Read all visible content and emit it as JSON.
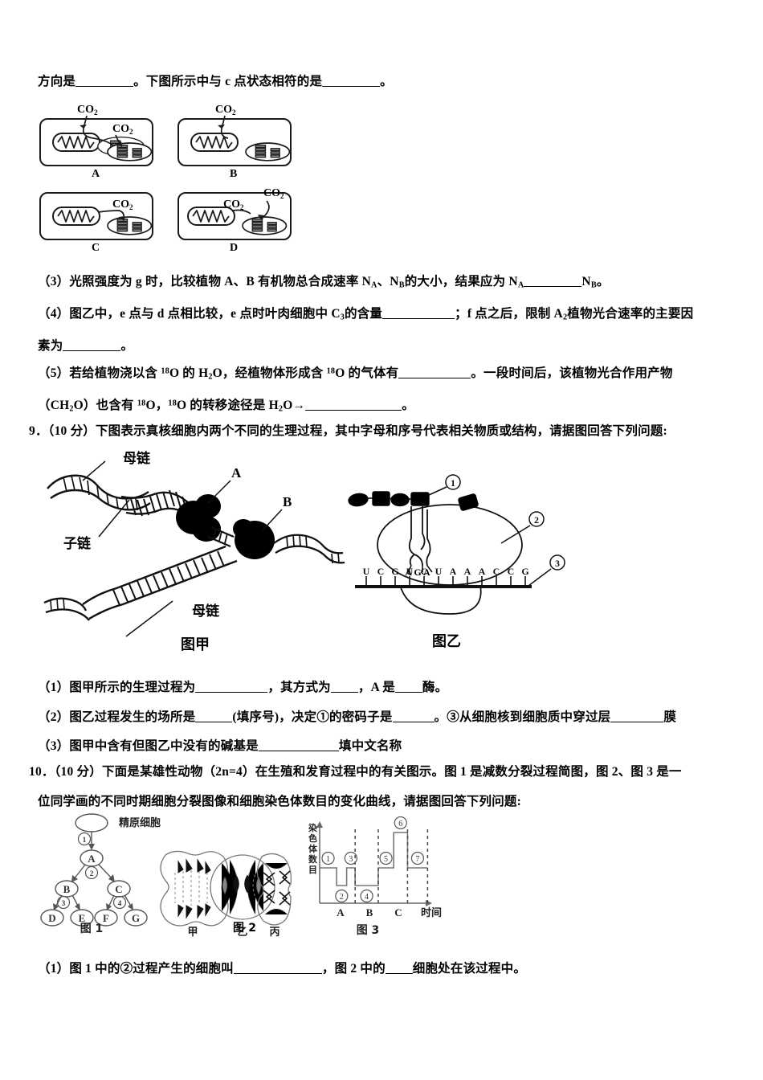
{
  "document": {
    "type": "exam-paper",
    "language": "zh-CN",
    "subject": "biology"
  },
  "q8_tail": {
    "line1_a": "方向是",
    "line1_b": "。下图所示中与 c 点状态相符的是",
    "line1_c": "。",
    "figure": {
      "name": "co2-exchange-cell-diagrams",
      "panels": [
        {
          "label": "A",
          "outer_co2": "CO₂",
          "inner_co2": "CO₂"
        },
        {
          "label": "B",
          "outer_co2": "CO₂",
          "inner_co2": ""
        },
        {
          "label": "C",
          "outer_co2": "",
          "inner_co2": "CO₂"
        },
        {
          "label": "D",
          "outer_co2": "CO₂",
          "inner_co2": "CO₂"
        }
      ]
    },
    "items": [
      {
        "no": "（3）",
        "text_a": "光照强度为 g 时，比较植物 A、B 有机物总合成速率 N",
        "sub_a": "A",
        "text_b": "、N",
        "sub_b": "B",
        "text_c": "的大小，结果应为 N",
        "sub_c": "A",
        "text_d": "N",
        "sub_d": "B",
        "text_e": "。"
      },
      {
        "no": "（4）",
        "text_a": "图乙中，e 点与 d 点相比较，e 点时叶肉细胞中 C",
        "sub_a": "3",
        "text_b": "的含量",
        "text_c": "；f 点之后，限制 A",
        "sub_b": "2",
        "text_d": "植物光合速率的主要因",
        "wrap": "素为",
        "wrap_end": "。"
      },
      {
        "no": "（5）",
        "text_a": "若给植物浇以含 ",
        "sup_a": "18",
        "text_b": "O 的 H",
        "sub_a": "2",
        "text_c": "O，经植物体形成含 ",
        "sup_b": "18",
        "text_d": "O 的气体有",
        "text_e": "。一段时间后，该植物光合作用产物",
        "wrap_a": "（CH",
        "wrap_sub": "2",
        "wrap_b": "O）也含有 ",
        "wrap_sup_a": "18",
        "wrap_c": "O，",
        "wrap_sup_b": "18",
        "wrap_d": "O 的转移途径是 H",
        "wrap_sub2": "2",
        "wrap_e": "O→",
        "wrap_f": "。"
      }
    ]
  },
  "q9": {
    "number": "9．",
    "score": "（10 分）",
    "stem": "下图表示真核细胞内两个不同的生理过程，其中字母和序号代表相关物质或结构，请据图回答下列问题:",
    "figure_left": {
      "name": "dna-replication-diagram",
      "caption": "图甲",
      "labels": [
        "母链",
        "子链",
        "母链",
        "A",
        "B"
      ]
    },
    "figure_right": {
      "name": "translation-ribosome-diagram",
      "caption": "图乙",
      "markers": [
        "①",
        "②",
        "③"
      ],
      "anticodon": "A G A",
      "mrna_sequence": "U C G U C U A A A C C G"
    },
    "items": [
      {
        "no": "（1）",
        "text_a": "图甲所示的生理过程为",
        "text_b": "，其方式为",
        "text_c": "，A 是",
        "text_d": "酶。"
      },
      {
        "no": "（2）",
        "text_a": "图乙过程发生的场所是",
        "text_b": "(填序号)，决定",
        "marker_a": "①",
        "text_c": "的密码子是",
        "text_d": "。",
        "marker_b": "③",
        "text_e": "从细胞核到细胞质中穿过层",
        "text_f": "膜"
      },
      {
        "no": "（3）",
        "text_a": "图甲中含有但图乙中没有的碱基是",
        "text_b": "填中文名称"
      }
    ]
  },
  "q10": {
    "number": "10．",
    "score": "（10 分）",
    "stem_line1": "下面是某雄性动物（2n=4）在生殖和发育过程中的有关图示。图 1 是减数分裂过程简图，图 2、图 3 是一",
    "stem_line2": "位同学画的不同时期细胞分裂图像和细胞染色体数目的变化曲线，请据图回答下列问题:",
    "figure1": {
      "name": "meiosis-flow-diagram",
      "caption": "图 1",
      "top_label": "精原细胞",
      "nodes": [
        "A",
        "B",
        "C",
        "D",
        "E",
        "F",
        "G"
      ],
      "process_markers": [
        "①",
        "②",
        "③",
        "④"
      ]
    },
    "figure2": {
      "name": "cell-division-images",
      "caption": "图 2",
      "cells": [
        "甲",
        "乙",
        "丙"
      ]
    },
    "figure3": {
      "name": "chromosome-number-curve",
      "caption": "图 3",
      "ylabel": "染色体数目",
      "xlabel": "时间",
      "x_ticks": [
        "A",
        "B",
        "C"
      ],
      "markers": [
        "①",
        "②",
        "③",
        "④",
        "⑤",
        "⑥",
        "⑦"
      ]
    },
    "items": [
      {
        "no": "（1）",
        "text_a": "图 1 中的",
        "marker": "②",
        "text_b": "过程产生的细胞叫",
        "text_c": "，图 2 中的",
        "text_d": "细胞处在该过程中。"
      }
    ]
  },
  "chart_data": {
    "type": "line",
    "title": "图 3",
    "xlabel": "时间",
    "ylabel": "染色体数目",
    "x_ticks": [
      "A",
      "B",
      "C"
    ],
    "annotations": [
      "①",
      "②",
      "③",
      "④",
      "⑤",
      "⑥",
      "⑦"
    ],
    "steps": [
      {
        "from": 0,
        "to": 22,
        "level": 4,
        "marker": "①"
      },
      {
        "from": 22,
        "to": 35,
        "level": 2,
        "marker": "②"
      },
      {
        "from": 35,
        "to": 46,
        "level": 4,
        "marker": "③"
      },
      {
        "from": 46,
        "to": 76,
        "level": 2,
        "marker": "④"
      },
      {
        "from": 76,
        "to": 96,
        "level": 4,
        "marker": "⑤"
      },
      {
        "from": 96,
        "to": 114,
        "level": 8,
        "marker": "⑥"
      },
      {
        "from": 114,
        "to": 140,
        "level": 4,
        "marker": "⑦"
      }
    ],
    "dashed_x": [
      46,
      76,
      114,
      140
    ],
    "ylim": [
      0,
      10
    ],
    "grid": false
  },
  "colors": {
    "ink": "#000000",
    "paper": "#ffffff",
    "figure_gray": "#555555"
  }
}
